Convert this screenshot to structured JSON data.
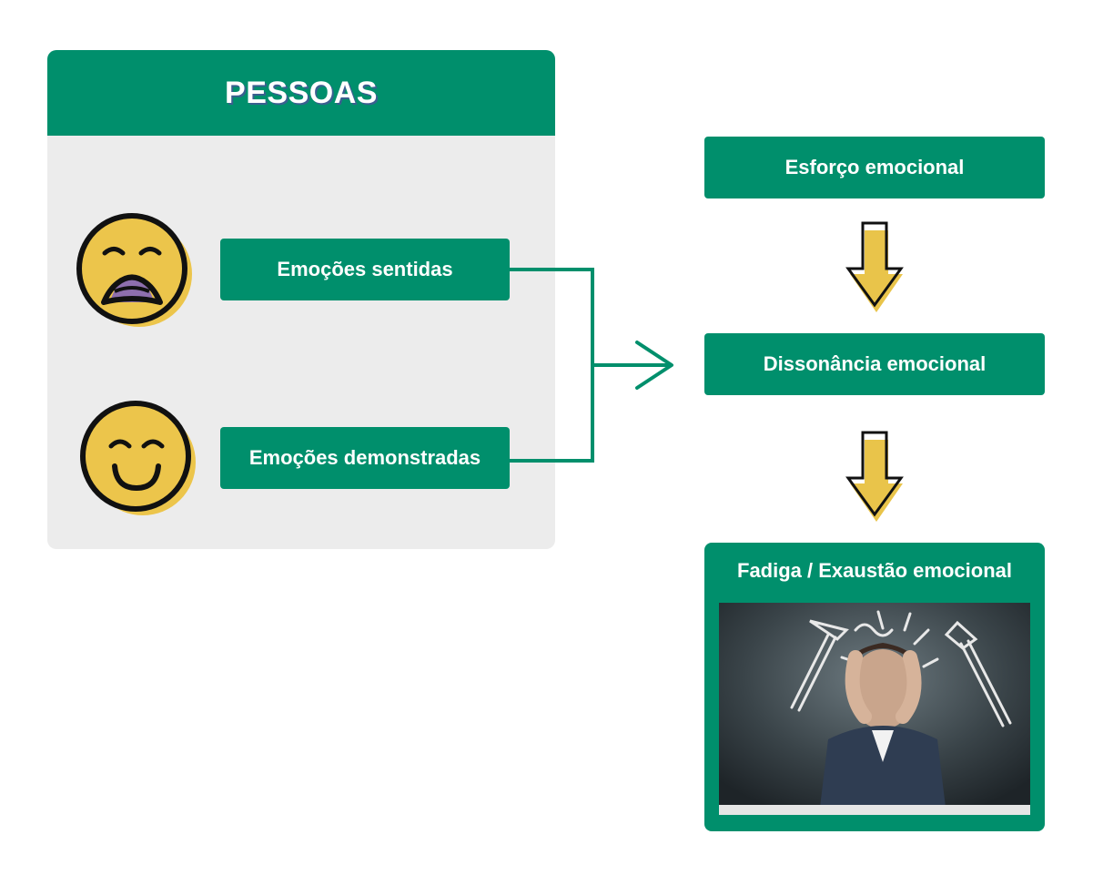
{
  "pessoas": {
    "title": "PESSOAS",
    "felt_label": "Emoções sentidas",
    "shown_label": "Emoções demonstradas"
  },
  "flow": {
    "step1": "Esforço emocional",
    "step2": "Dissonância emocional",
    "step3": "Fadiga / Exaustão emocional"
  },
  "icons": {
    "sad_face": "sad-face-icon",
    "happy_face": "happy-face-icon",
    "down_arrow": "down-arrow-icon"
  },
  "colors": {
    "green": "#008f6c",
    "panel_bg": "#ececec",
    "face_yellow": "#ecc54b",
    "arrow_yellow": "#e9c44a",
    "tongue_purple": "#8e6fae"
  }
}
